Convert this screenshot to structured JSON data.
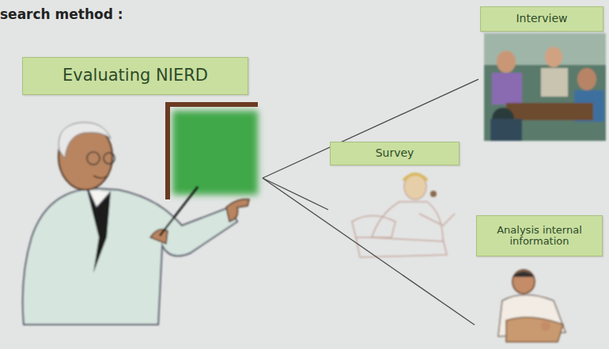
{
  "diagram": {
    "title": "search method :",
    "nodes": [
      {
        "text": [
          "Evaluating NIERD"
        ]
      },
      {
        "text": [
          "Interview"
        ]
      },
      {
        "text": [
          "Survey"
        ]
      },
      {
        "text": [
          "Analysis internal information"
        ]
      }
    ],
    "edges": [
      {
        "from": 0,
        "to": 1,
        "arrow": "none"
      },
      {
        "from": 0,
        "to": 2,
        "arrow": "none"
      },
      {
        "from": 0,
        "to": 3,
        "arrow": "none"
      }
    ]
  }
}
